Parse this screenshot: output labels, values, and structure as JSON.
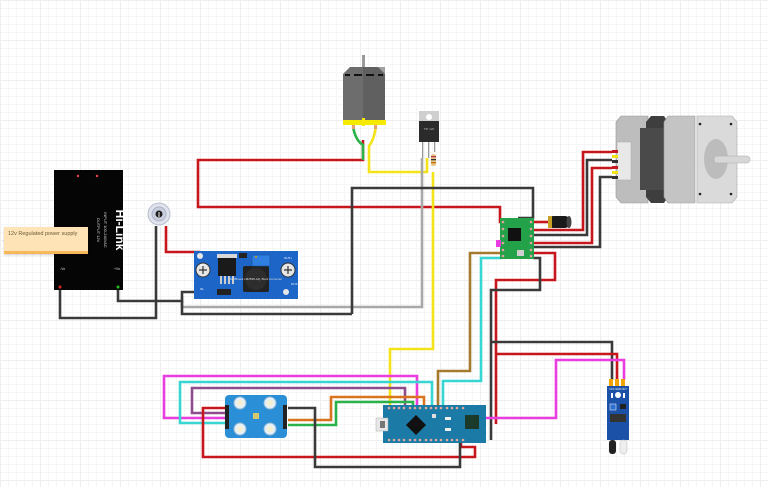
{
  "diagram": {
    "title": "Fritzing breadboard wiring diagram",
    "components": {
      "power_supply": {
        "brand": "Hi-Link",
        "input": "INPUT 100-240VAC",
        "output": "OUTPUT 12V",
        "pin_ac1": "AC",
        "pin_ac2": "AC",
        "pin_neg": "-Vo",
        "pin_pos": "+Vo"
      },
      "note": {
        "text": "12v Regulated power supply"
      },
      "switch": {
        "name": "toggle switch"
      },
      "buck_converter": {
        "name": "LM2596 Adj. Buck Converter",
        "chip_text": "RedBoard LM2596 Adj. Buck Converter",
        "pin_in_pos": "IN+",
        "pin_in_neg": "IN-",
        "pin_out_pos": "OUT+",
        "pin_out_neg": "OUT-"
      },
      "dc_motor": {
        "name": "DC motor"
      },
      "transistor": {
        "name": "TIP120 transistor",
        "label": "TIP 120"
      },
      "resistor": {
        "name": "resistor"
      },
      "stepper_driver": {
        "name": "A4988 stepper driver"
      },
      "capacitor": {
        "name": "electrolytic capacitor"
      },
      "stepper_motor": {
        "name": "NEMA stepper motor"
      },
      "arduino": {
        "name": "Arduino Nano"
      },
      "color_sensor": {
        "name": "TCS3200 color sensor"
      },
      "ir_sensor": {
        "name": "IR obstacle sensor",
        "pins": "VCC GND OUT"
      }
    },
    "wire_colors": {
      "red": "#c8161d",
      "black": "#3a3a3a",
      "yellow": "#f5e31a",
      "green": "#2bb34a",
      "cyan": "#38d6d2",
      "magenta": "#e93de0",
      "brown": "#a47a2c",
      "orange": "#d9731e",
      "purple": "#8e4c8c",
      "gray": "#a8a8a8"
    }
  }
}
